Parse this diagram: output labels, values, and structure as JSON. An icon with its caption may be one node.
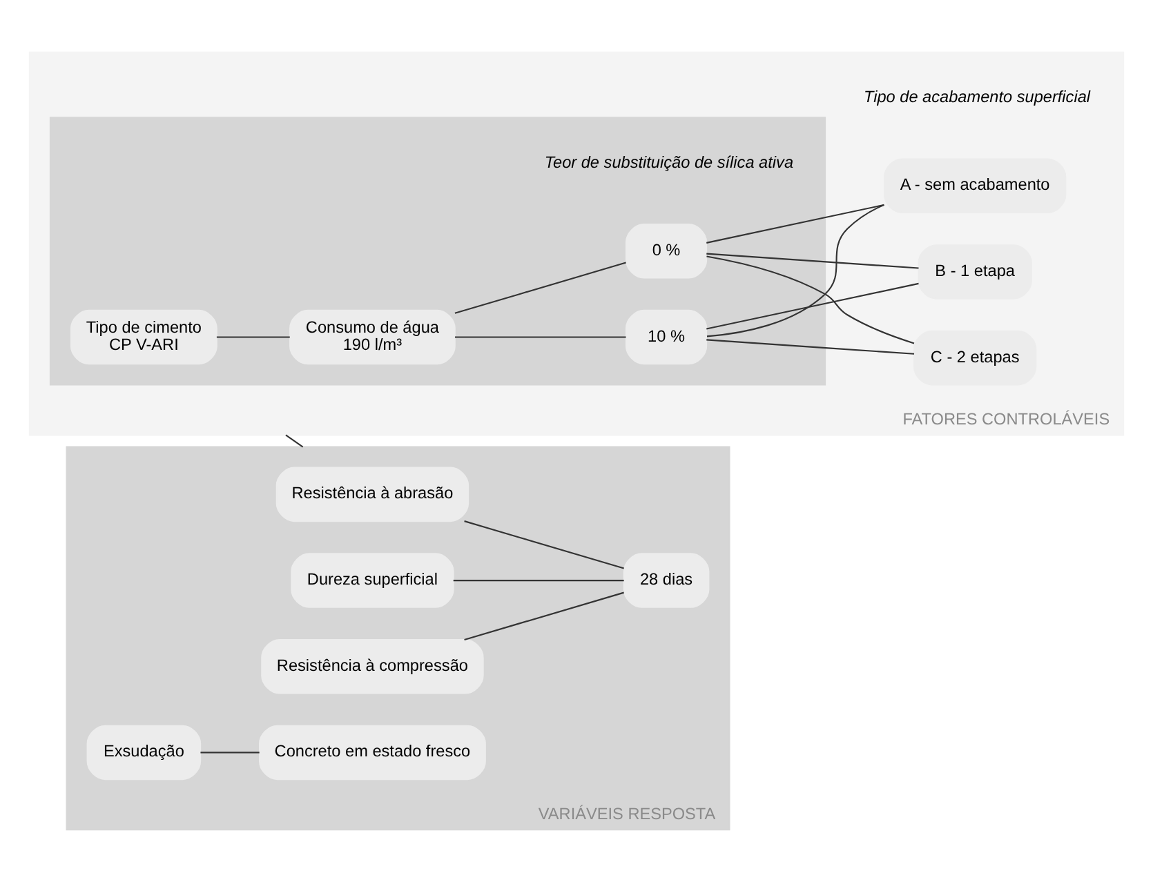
{
  "diagram": {
    "nodes": [
      {
        "text": [
          "FATORES CONTROLÁVEIS"
        ]
      },
      {
        "text": [],
        "shape": "box",
        "in": 0
      },
      {
        "text": [
          "Tipo de cimento",
          "CP V-ARI"
        ],
        "in": 1
      },
      {
        "text": [
          "Consumo de água",
          "190 l/m³"
        ],
        "in": 1
      },
      {
        "text": [
          "0 %"
        ],
        "in": 1
      },
      {
        "text": [
          "10 %"
        ],
        "in": 1
      },
      {
        "text": [
          "A - sem acabamento"
        ],
        "in": 0
      },
      {
        "text": [
          "B - 1 etapa"
        ],
        "in": 0
      },
      {
        "text": [
          "C - 2 etapas"
        ],
        "in": 0
      },
      {
        "text": [
          "VARIÁVEIS RESPOSTA"
        ]
      },
      {
        "text": [
          "Resistência à abrasão"
        ],
        "in": 9
      },
      {
        "text": [
          "Dureza superficial"
        ],
        "in": 9
      },
      {
        "text": [
          "Resistência à compressão"
        ],
        "in": 9
      },
      {
        "text": [
          "28 dias"
        ],
        "in": 9
      },
      {
        "text": [
          "Exsudação"
        ],
        "in": 9
      },
      {
        "text": [
          "Concreto em estado fresco"
        ],
        "in": 9
      }
    ],
    "edges": [
      {
        "from": 2,
        "to": 3,
        "arrow": "none"
      },
      {
        "from": 3,
        "to": 4,
        "arrow": "none"
      },
      {
        "from": 3,
        "to": 5,
        "arrow": "none"
      },
      {
        "from": 4,
        "to": 6,
        "arrow": "none"
      },
      {
        "from": 4,
        "to": 7,
        "arrow": "none"
      },
      {
        "from": 4,
        "to": 8,
        "arrow": "none"
      },
      {
        "from": 5,
        "to": 6,
        "arrow": "none"
      },
      {
        "from": 5,
        "to": 7,
        "arrow": "none"
      },
      {
        "from": 5,
        "to": 8,
        "arrow": "none"
      },
      {
        "from": 0,
        "to": 9,
        "arrow": "none"
      },
      {
        "from": 10,
        "to": 13,
        "arrow": "none"
      },
      {
        "from": 11,
        "to": 13,
        "arrow": "none"
      },
      {
        "from": 12,
        "to": 13,
        "arrow": "none"
      },
      {
        "from": 14,
        "to": 15,
        "arrow": "none"
      }
    ],
    "labels": [
      "Teor de substituição de sílica ativa",
      "Tipo de acabamento superficial"
    ]
  }
}
